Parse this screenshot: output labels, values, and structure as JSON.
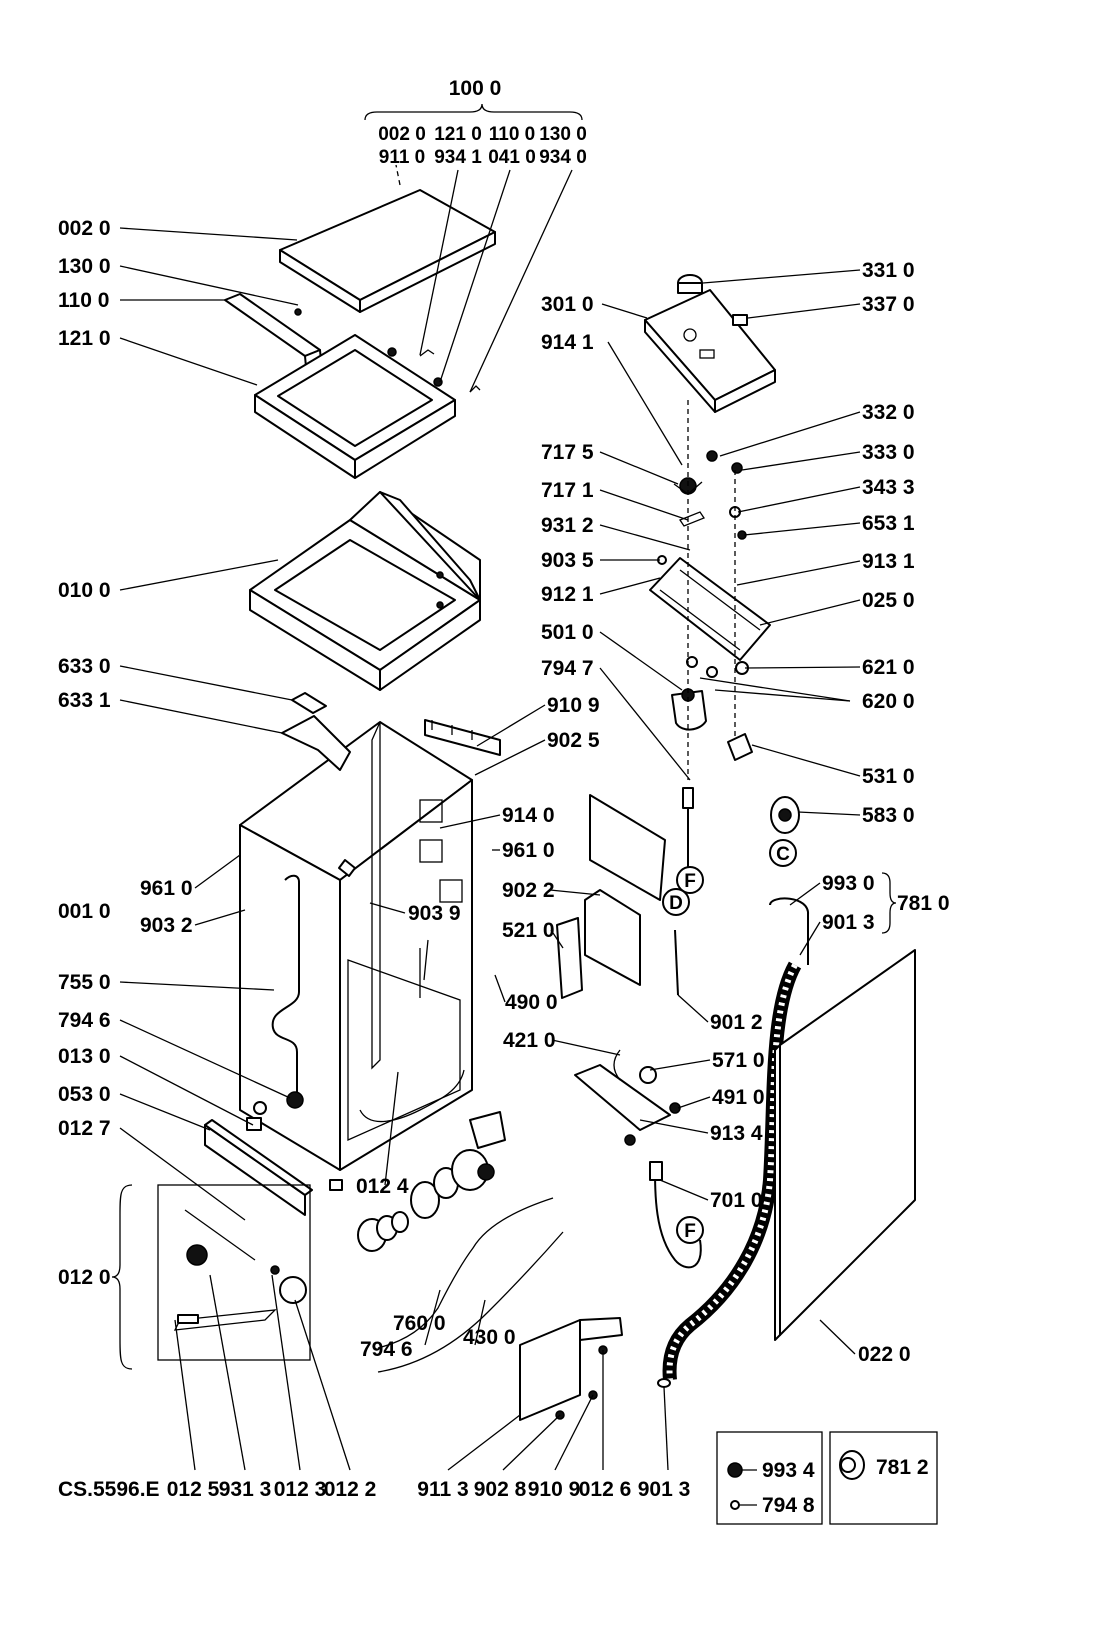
{
  "drawing_code": "CS.5596.E",
  "callouts": [
    {
      "id": "100-0",
      "text": "100 0"
    },
    {
      "id": "002-0-top",
      "text": "002 0"
    },
    {
      "id": "911-0",
      "text": "911 0"
    },
    {
      "id": "121-0-top",
      "text": "121 0"
    },
    {
      "id": "934-1",
      "text": "934 1"
    },
    {
      "id": "110-0-top",
      "text": "110 0"
    },
    {
      "id": "041-0",
      "text": "041 0"
    },
    {
      "id": "130-0-top",
      "text": "130 0"
    },
    {
      "id": "934-0",
      "text": "934 0"
    },
    {
      "id": "002-0",
      "text": "002 0"
    },
    {
      "id": "130-0",
      "text": "130 0"
    },
    {
      "id": "110-0",
      "text": "110 0"
    },
    {
      "id": "121-0",
      "text": "121 0"
    },
    {
      "id": "010-0",
      "text": "010 0"
    },
    {
      "id": "633-0",
      "text": "633 0"
    },
    {
      "id": "633-1",
      "text": "633 1"
    },
    {
      "id": "001-0",
      "text": "001 0"
    },
    {
      "id": "961-0-left",
      "text": "961 0"
    },
    {
      "id": "903-2",
      "text": "903 2"
    },
    {
      "id": "755-0",
      "text": "755 0"
    },
    {
      "id": "794-6-left",
      "text": "794 6"
    },
    {
      "id": "013-0",
      "text": "013 0"
    },
    {
      "id": "053-0",
      "text": "053 0"
    },
    {
      "id": "012-7",
      "text": "012 7"
    },
    {
      "id": "012-0",
      "text": "012 0"
    },
    {
      "id": "331-0",
      "text": "331 0"
    },
    {
      "id": "301-0",
      "text": "301 0"
    },
    {
      "id": "337-0",
      "text": "337 0"
    },
    {
      "id": "914-1",
      "text": "914 1"
    },
    {
      "id": "332-0",
      "text": "332 0"
    },
    {
      "id": "717-5",
      "text": "717 5"
    },
    {
      "id": "333-0",
      "text": "333 0"
    },
    {
      "id": "717-1",
      "text": "717 1"
    },
    {
      "id": "343-3",
      "text": "343 3"
    },
    {
      "id": "931-2",
      "text": "931 2"
    },
    {
      "id": "653-1",
      "text": "653 1"
    },
    {
      "id": "903-5",
      "text": "903 5"
    },
    {
      "id": "913-1",
      "text": "913 1"
    },
    {
      "id": "912-1",
      "text": "912 1"
    },
    {
      "id": "025-0",
      "text": "025 0"
    },
    {
      "id": "501-0",
      "text": "501 0"
    },
    {
      "id": "621-0",
      "text": "621 0"
    },
    {
      "id": "794-7",
      "text": "794 7"
    },
    {
      "id": "620-0",
      "text": "620 0"
    },
    {
      "id": "910-9-mid",
      "text": "910 9"
    },
    {
      "id": "902-5",
      "text": "902 5"
    },
    {
      "id": "531-0",
      "text": "531 0"
    },
    {
      "id": "583-0",
      "text": "583 0"
    },
    {
      "id": "914-0",
      "text": "914 0"
    },
    {
      "id": "961-0-mid",
      "text": "961 0"
    },
    {
      "id": "903-9",
      "text": "903 9"
    },
    {
      "id": "902-2",
      "text": "902 2"
    },
    {
      "id": "521-0",
      "text": "521 0"
    },
    {
      "id": "490-0",
      "text": "490 0"
    },
    {
      "id": "993-0",
      "text": "993 0"
    },
    {
      "id": "901-3-top",
      "text": "901 3"
    },
    {
      "id": "781-0",
      "text": "781 0"
    },
    {
      "id": "901-2",
      "text": "901 2"
    },
    {
      "id": "421-0",
      "text": "421 0"
    },
    {
      "id": "571-0",
      "text": "571 0"
    },
    {
      "id": "491-0",
      "text": "491 0"
    },
    {
      "id": "913-4",
      "text": "913 4"
    },
    {
      "id": "012-4",
      "text": "012 4"
    },
    {
      "id": "701-0",
      "text": "701 0"
    },
    {
      "id": "760-0",
      "text": "760 0"
    },
    {
      "id": "794-6-bottom",
      "text": "794 6"
    },
    {
      "id": "430-0",
      "text": "430 0"
    },
    {
      "id": "022-0",
      "text": "022 0"
    },
    {
      "id": "993-4",
      "text": "993 4"
    },
    {
      "id": "794-8",
      "text": "794 8"
    },
    {
      "id": "781-2",
      "text": "781 2"
    },
    {
      "id": "012-5",
      "text": "012 5"
    },
    {
      "id": "931-3",
      "text": "931 3"
    },
    {
      "id": "012-3",
      "text": "012 3"
    },
    {
      "id": "012-2",
      "text": "012 2"
    },
    {
      "id": "911-3",
      "text": "911 3"
    },
    {
      "id": "902-8",
      "text": "902 8"
    },
    {
      "id": "910-9-bottom",
      "text": "910 9"
    },
    {
      "id": "012-6",
      "text": "012 6"
    },
    {
      "id": "901-3-bottom",
      "text": "901 3"
    }
  ],
  "circle_markers": [
    {
      "id": "marker-c",
      "text": "C"
    },
    {
      "id": "marker-f-1",
      "text": "F"
    },
    {
      "id": "marker-d",
      "text": "D"
    },
    {
      "id": "marker-f-2",
      "text": "F"
    }
  ]
}
